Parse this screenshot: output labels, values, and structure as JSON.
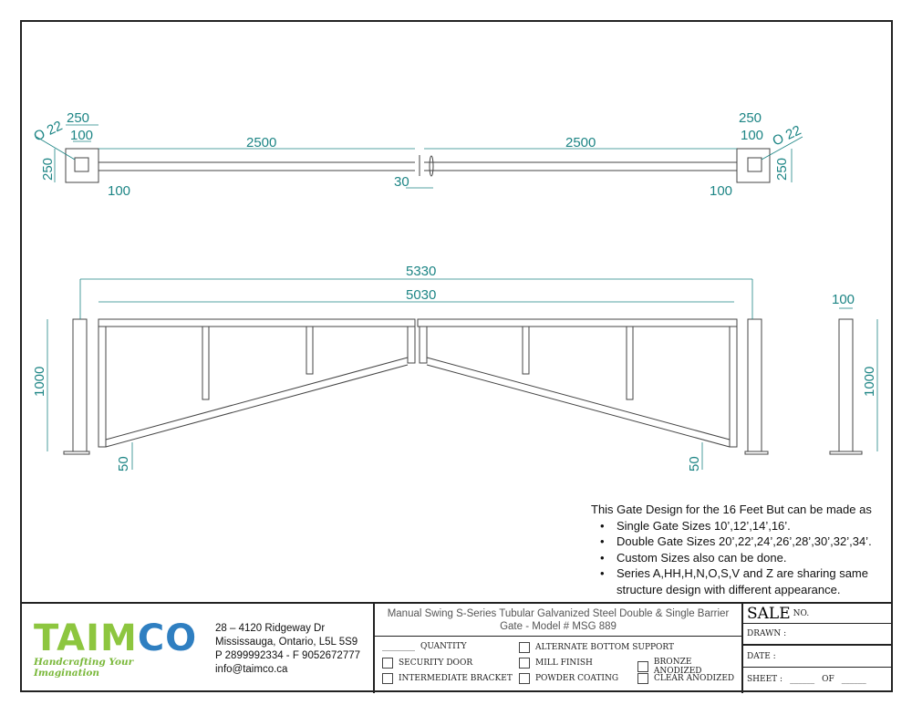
{
  "plan_view": {
    "plate_left": "250",
    "plate_inner_left": "100",
    "plate_height_left": "250",
    "hole_left": "O 22",
    "offset_left": "100",
    "span_left": "2500",
    "gap": "30",
    "span_right": "2500",
    "plate_right": "250",
    "plate_inner_right": "100",
    "plate_height_right": "250",
    "hole_right": "O 22",
    "offset_right": "100"
  },
  "elevation": {
    "overall": "5330",
    "inner": "5030",
    "height_left": "1000",
    "bottom_left": "50",
    "bottom_right": "50"
  },
  "side_view": {
    "width": "100",
    "height": "1000"
  },
  "notes": {
    "heading": "This Gate Design for the 16 Feet But can be made as",
    "items": [
      "Single Gate Sizes 10’,12’,14’,16’.",
      "Double Gate Sizes 20’,22’,24’,26’,28’,30’,32’,34’.",
      "Custom Sizes also can be done.",
      "Series A,HH,H,N,O,S,V and Z are sharing same structure design with different appearance."
    ]
  },
  "company": {
    "logo_a": "TAIM",
    "logo_b": "CO",
    "tagline": "Handcrafting Your Imagination",
    "address1": "28 – 4120 Ridgeway Dr",
    "address2": "Mississauga, Ontario, L5L 5S9",
    "phone": "P 2899992334 - F 9052672777",
    "email": "info@taimco.ca"
  },
  "title_block": {
    "title": "Manual Swing S-Series Tubular Galvanized Steel Double & Single Barrier Gate - Model # MSG 889",
    "quantity": "QUANTITY",
    "options": {
      "security_door": "SECURITY DOOR",
      "intermediate_bracket": "INTERMEDIATE BRACKET",
      "alternate_bottom_support": "ALTERNATE BOTTOM SUPPORT",
      "mill_finish": "MILL FINISH",
      "powder_coating": "POWDER COATING",
      "bronze_anodized": "BRONZE ANODIZED",
      "clear_anodized": "CLEAR ANODIZED"
    },
    "sale": "SALE",
    "sale_no": "NO.",
    "drawn": "DRAWN :",
    "date": "DATE :",
    "sheet": "SHEET :",
    "of": "OF"
  }
}
